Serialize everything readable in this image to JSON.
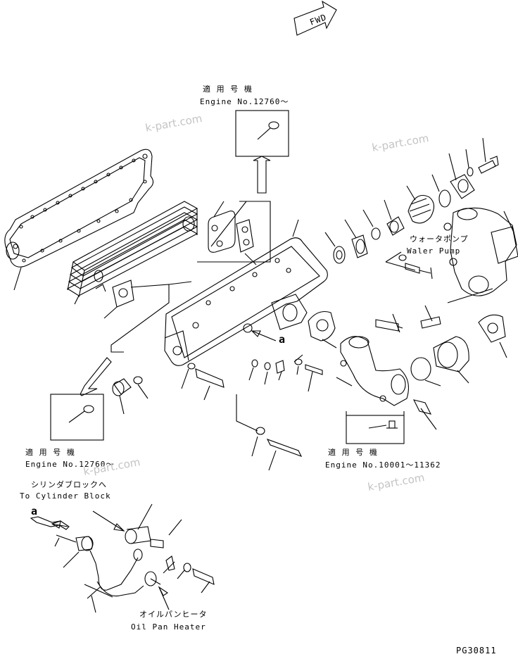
{
  "fwd_label": "FWD",
  "applicability": [
    {
      "jp": "適 用 号 機",
      "en": "Engine No.12760～"
    },
    {
      "jp": "適 用 号 機",
      "en": "Engine No.12760～"
    },
    {
      "jp": "適 用 号 機",
      "en": "Engine No.10001～11362"
    }
  ],
  "water_pump": {
    "jp": "ウォータポンプ",
    "en": "Waler Pump"
  },
  "cylinder_block": {
    "jp": "シリンダブロックへ",
    "en": "To Cylinder Block"
  },
  "oil_pan_heater": {
    "jp": "オイルパンヒータ",
    "en": "Oil Pan Heater"
  },
  "ref_marker": "a",
  "drawing_code": "PG30811",
  "watermark": "k-part.com",
  "colors": {
    "line": "#000000",
    "watermark": "#c4c4c4",
    "background": "#ffffff"
  }
}
